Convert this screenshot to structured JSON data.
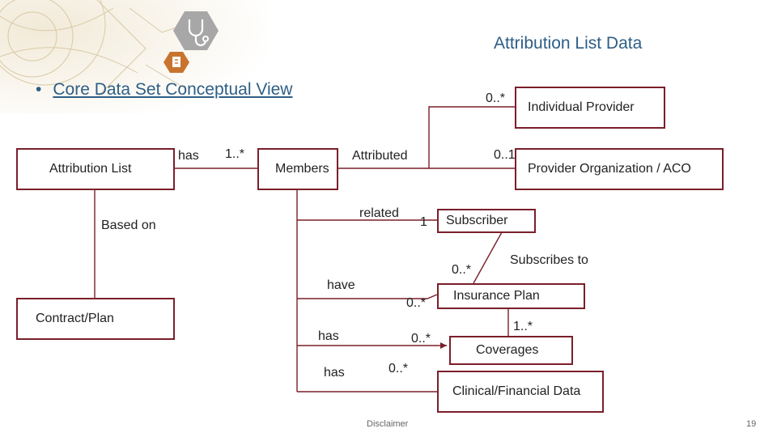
{
  "slide": {
    "title": "Attribution List Data",
    "bullet": "Core Data Set Conceptual View",
    "footer": "Disclaimer",
    "page_number": "19"
  },
  "colors": {
    "title": "#2e5e86",
    "box_border": "#7a1f2a",
    "connector": "#7a1f2a",
    "header_icon_bg": "#a7a7a7",
    "header_icon_accent": "#c8742e"
  },
  "icons": [
    "stethoscope-icon",
    "document-icon"
  ],
  "entities": {
    "attribution_list": "Attribution List",
    "contract_plan": "Contract/Plan",
    "members": "Members",
    "individual_provider": "Individual Provider",
    "provider_org": "Provider Organization / ACO",
    "subscriber": "Subscriber",
    "insurance_plan": "Insurance Plan",
    "coverages": "Coverages",
    "clinical_financial": "Clinical/Financial Data"
  },
  "relations": {
    "has": "has",
    "based_on": "Based on",
    "attributed": "Attributed",
    "related": "related",
    "have": "have",
    "has_coverages": "has",
    "has_clinical": "has",
    "subscribes_to": "Subscribes to"
  },
  "cardinalities": {
    "members_one_many": "1..*",
    "individual_provider": "0..*",
    "provider_org": "0..1",
    "subscriber": "1",
    "insurance_plan_top": "0..*",
    "insurance_plan_have": "0..*",
    "coverages_has": "0..*",
    "coverages_top": "1..*",
    "clinical": "0..*"
  }
}
